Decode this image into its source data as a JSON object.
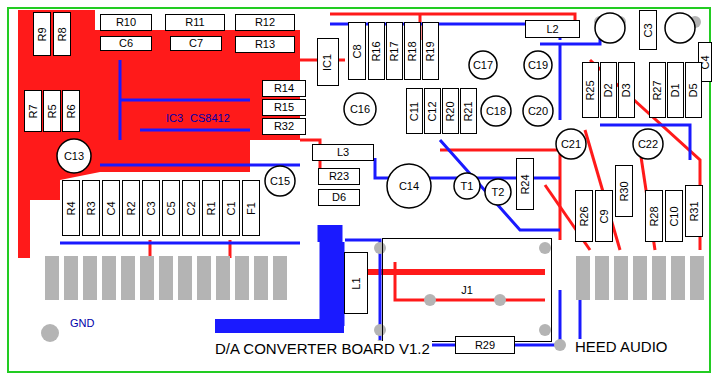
{
  "diagram": {
    "nodes": [
      {
        "text": [
          "R9"
        ]
      },
      {
        "text": [
          "R8"
        ]
      },
      {
        "text": [
          "R10"
        ]
      },
      {
        "text": [
          "R11"
        ]
      },
      {
        "text": [
          "R12"
        ]
      },
      {
        "text": [
          "C6"
        ]
      },
      {
        "text": [
          "C7"
        ]
      },
      {
        "text": [
          "R13"
        ]
      },
      {
        "text": [
          "IC1"
        ]
      },
      {
        "text": [
          "C8"
        ]
      },
      {
        "text": [
          "R16"
        ]
      },
      {
        "text": [
          "R17"
        ]
      },
      {
        "text": [
          "R18"
        ]
      },
      {
        "text": [
          "R19"
        ]
      },
      {
        "text": [
          "L2"
        ]
      },
      {
        "text": [
          "C3"
        ]
      },
      {
        "text": [
          "C4"
        ]
      },
      {
        "text": [
          "C17"
        ]
      },
      {
        "text": [
          "C19"
        ]
      },
      {
        "text": [
          "R7"
        ]
      },
      {
        "text": [
          "R5"
        ]
      },
      {
        "text": [
          "R6"
        ]
      },
      {
        "text": [
          "R14"
        ]
      },
      {
        "text": [
          "R15"
        ]
      },
      {
        "text": [
          "R32"
        ]
      },
      {
        "text": [
          "C16"
        ]
      },
      {
        "text": [
          "C11"
        ]
      },
      {
        "text": [
          "C12"
        ]
      },
      {
        "text": [
          "R20"
        ]
      },
      {
        "text": [
          "R21"
        ]
      },
      {
        "text": [
          "C18"
        ]
      },
      {
        "text": [
          "C20"
        ]
      },
      {
        "text": [
          "R25"
        ]
      },
      {
        "text": [
          "D2"
        ]
      },
      {
        "text": [
          "D3"
        ]
      },
      {
        "text": [
          "R27"
        ]
      },
      {
        "text": [
          "D1"
        ]
      },
      {
        "text": [
          "D5"
        ]
      },
      {
        "text": [
          "C21"
        ]
      },
      {
        "text": [
          "C22"
        ]
      },
      {
        "text": [
          "C13"
        ]
      },
      {
        "text": [
          "L3"
        ]
      },
      {
        "text": [
          "R23"
        ]
      },
      {
        "text": [
          "D6"
        ]
      },
      {
        "text": [
          "C14"
        ]
      },
      {
        "text": [
          "T1"
        ]
      },
      {
        "text": [
          "T2"
        ]
      },
      {
        "text": [
          "R24"
        ]
      },
      {
        "text": [
          "R4"
        ]
      },
      {
        "text": [
          "R3"
        ]
      },
      {
        "text": [
          "C4"
        ]
      },
      {
        "text": [
          "R2"
        ]
      },
      {
        "text": [
          "C3"
        ]
      },
      {
        "text": [
          "C5"
        ]
      },
      {
        "text": [
          "C2"
        ]
      },
      {
        "text": [
          "R1"
        ]
      },
      {
        "text": [
          "C1"
        ]
      },
      {
        "text": [
          "F1"
        ]
      },
      {
        "text": [
          "C15"
        ]
      },
      {
        "text": [
          "R26"
        ]
      },
      {
        "text": [
          "C9"
        ]
      },
      {
        "text": [
          "R30"
        ]
      },
      {
        "text": [
          "R28"
        ]
      },
      {
        "text": [
          "C10"
        ]
      },
      {
        "text": [
          "R31"
        ]
      },
      {
        "text": [
          "J1"
        ]
      },
      {
        "text": [
          "L1"
        ]
      },
      {
        "text": [
          "R29"
        ]
      }
    ],
    "labels": [
      "IC3",
      "CS8412",
      "GND",
      "D/A CONVERTER BOARD V1.2",
      "HEED AUDIO"
    ]
  }
}
